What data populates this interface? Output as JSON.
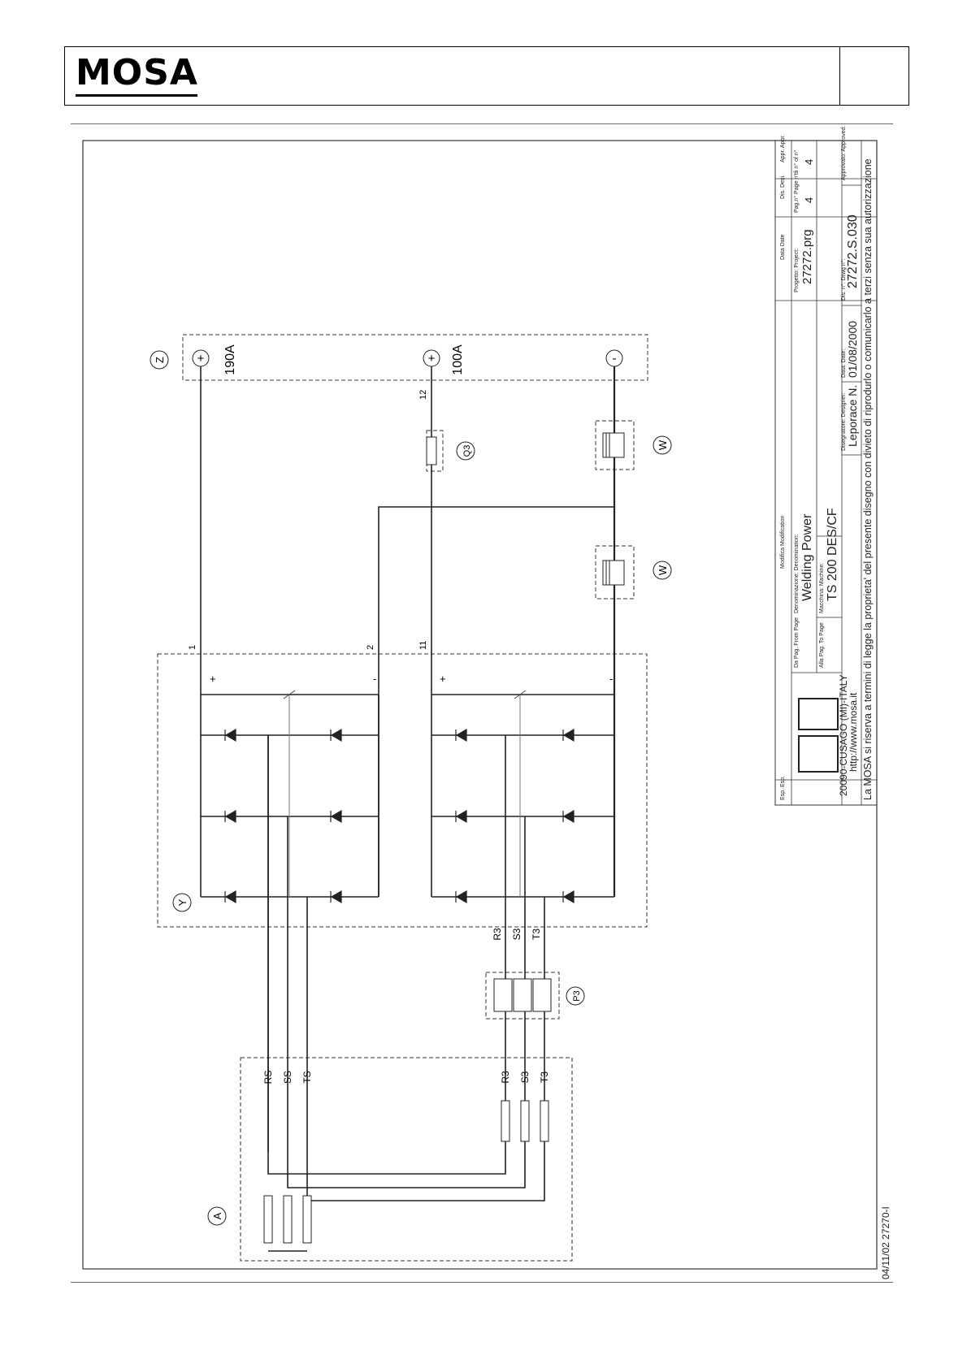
{
  "header": {
    "logo": "MOSA"
  },
  "diagram": {
    "blocks": {
      "a": "A",
      "y": "Y",
      "z": "Z",
      "p3": "P3",
      "q3": "Q3",
      "w1": "W",
      "w2": "W"
    },
    "terminals": {
      "t190": {
        "sign": "+",
        "label": "190A"
      },
      "t100": {
        "sign": "+",
        "label": "100A"
      },
      "tneg": {
        "sign": "-"
      }
    },
    "wire_numbers": {
      "w1": "1",
      "w2": "2",
      "w11": "11",
      "w12": "12"
    },
    "gen_labels": [
      "RS",
      "SS",
      "TS",
      "R3",
      "S3",
      "T3"
    ],
    "p3_labels": [
      "R3",
      "S3",
      "T3"
    ],
    "bridge_signs": {
      "b1_plus": "+",
      "b1_minus": "-",
      "b2_plus": "+",
      "b2_minus": "-"
    }
  },
  "title_block": {
    "esp_label": "Esp.\nEsp.",
    "mod_label": "Modifica\nModification",
    "data_label": "Data\nDate",
    "dis_label": "Dis.\nDesi.",
    "appr_label": "Appr.\nAppr.",
    "address": "20090-CUSAGO (MI)-ITALY",
    "website": "http://www.mosa.it",
    "from_page_label": "Da Pag.\nFrom Page",
    "to_page_label": "Alla Pag.\nTo Page",
    "denomination_label": "Denominazione:\nDenomination:",
    "denomination": "Welding Power",
    "machine_label": "Macchina:\nMachine:",
    "machine": "TS 200 DES/CF",
    "designer_label": "Disegnatore:\nDesigner:",
    "designer": "Leporace N.",
    "date_label": "Data:\nDate:",
    "date": "01/08/2000",
    "project_label": "Progetto:\nProject:",
    "project": "27272.prg",
    "drawing_label": "Dis. n°:\nDrwg n°:",
    "drawing": "27272.S.030",
    "page_label": "Pag.n°\nPage n°",
    "page": "4",
    "of_label": "di n°\nof n°",
    "of": "4",
    "approved_label": "Approvato:\nApproved:",
    "footer": "La MOSA si riserva a termini di legge la proprieta' del presente disegno con divieto di riprodurlo o comunicarlo a terzi senza sua autorizzazione"
  },
  "doc_code": "04/11/02 27270-I"
}
